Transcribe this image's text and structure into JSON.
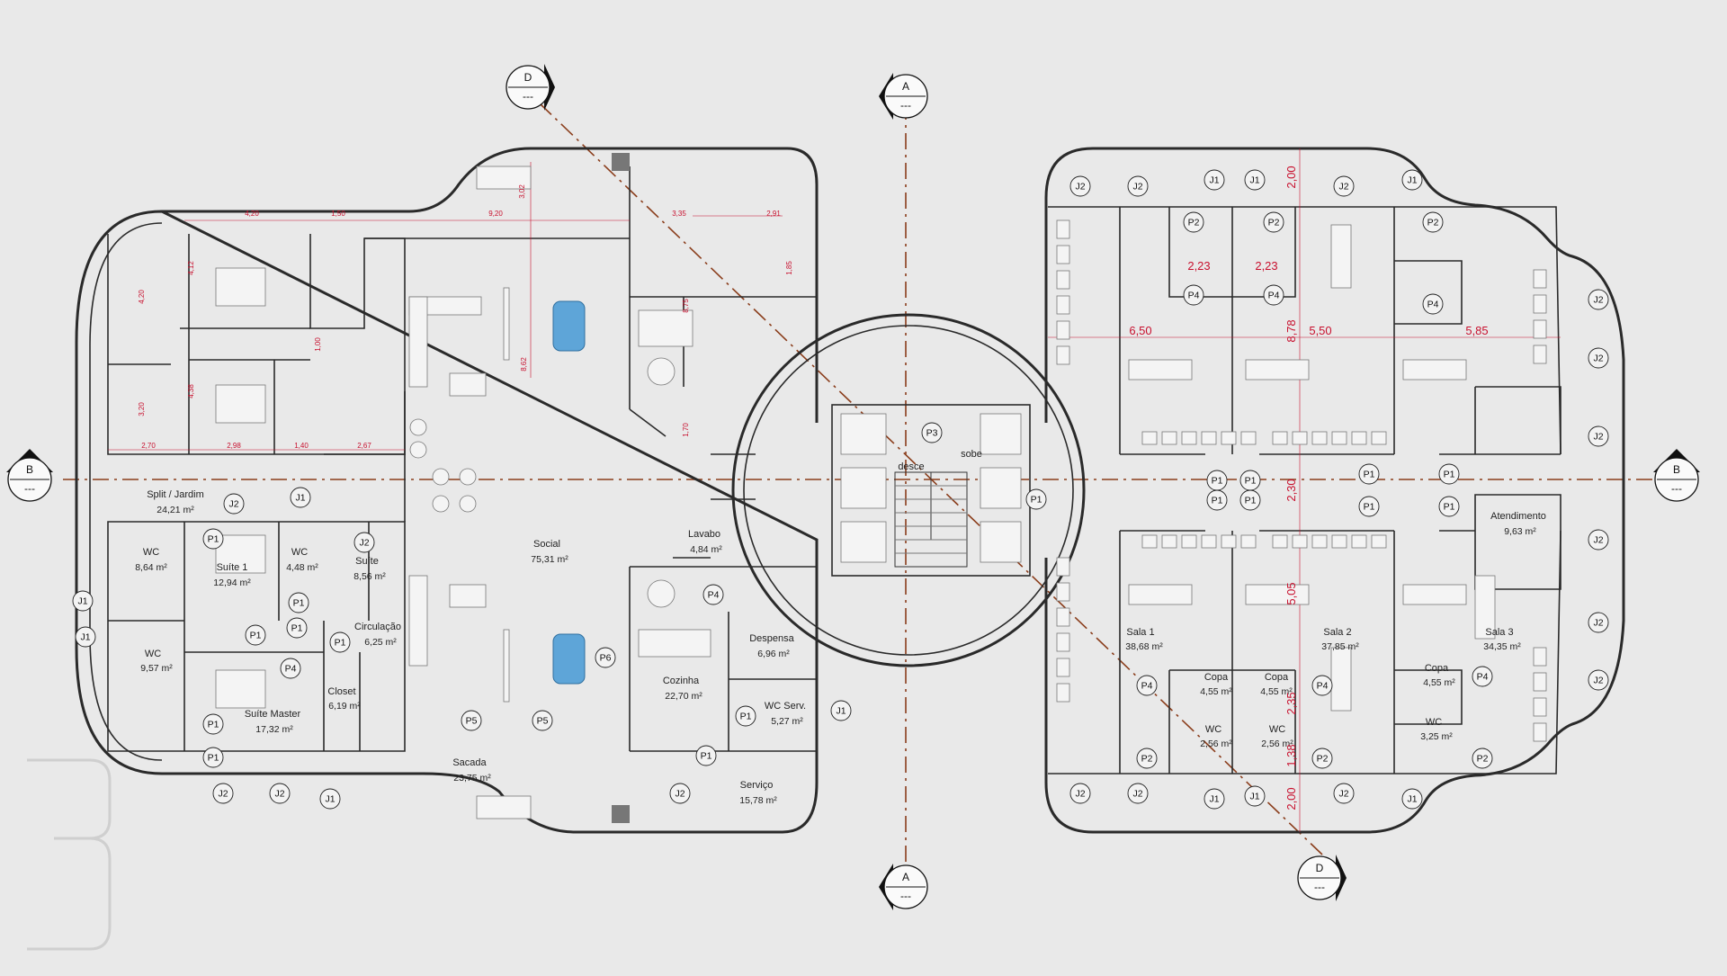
{
  "sections": {
    "A_top": {
      "letter": "A",
      "sub": "---"
    },
    "A_bottom": {
      "letter": "A",
      "sub": "---"
    },
    "B_left": {
      "letter": "B",
      "sub": "---"
    },
    "B_right": {
      "letter": "B",
      "sub": "---"
    },
    "D_top": {
      "letter": "D",
      "sub": "---"
    },
    "D_bottom": {
      "letter": "D",
      "sub": "---"
    }
  },
  "rooms": {
    "split": {
      "name": "Split / Jardim",
      "area": "24,21 m²"
    },
    "wc1": {
      "name": "WC",
      "area": "8,64 m²"
    },
    "suite1": {
      "name": "Suíte 1",
      "area": "12,94 m²"
    },
    "wc2": {
      "name": "WC",
      "area": "4,48 m²"
    },
    "suite": {
      "name": "Suíte",
      "area": "8,56 m²"
    },
    "circulacao": {
      "name": "Circulação",
      "area": "6,25 m²"
    },
    "wc3": {
      "name": "WC",
      "area": "9,57 m²"
    },
    "closet": {
      "name": "Closet",
      "area": "6,19 m²"
    },
    "suitemaster": {
      "name": "Suíte Master",
      "area": "17,32 m²"
    },
    "social": {
      "name": "Social",
      "area": "75,31 m²"
    },
    "lavabo": {
      "name": "Lavabo",
      "area": "4,84 m²"
    },
    "despensa": {
      "name": "Despensa",
      "area": "6,96 m²"
    },
    "cozinha": {
      "name": "Cozinha",
      "area": "22,70 m²"
    },
    "wcserv": {
      "name": "WC Serv.",
      "area": "5,27 m²"
    },
    "sacada": {
      "name": "Sacada",
      "area": "23,75 m²"
    },
    "servico": {
      "name": "Serviço",
      "area": "15,78 m²"
    },
    "sala1": {
      "name": "Sala 1",
      "area": "38,68 m²"
    },
    "sala2": {
      "name": "Sala 2",
      "area": "37,85 m²"
    },
    "sala3": {
      "name": "Sala 3",
      "area": "34,35 m²"
    },
    "atendimento": {
      "name": "Atendimento",
      "area": "9,63 m²"
    },
    "copa1": {
      "name": "Copa",
      "area": "4,55 m²"
    },
    "copa2": {
      "name": "Copa",
      "area": "4,55 m²"
    },
    "copa3": {
      "name": "Copa",
      "area": "4,55 m²"
    },
    "wcA": {
      "name": "WC",
      "area": "2,56 m²"
    },
    "wcB": {
      "name": "WC",
      "area": "2,56 m²"
    },
    "wcC": {
      "name": "WC",
      "area": "3,25 m²"
    }
  },
  "stairs": {
    "down": "desce",
    "up": "sobe"
  },
  "tags": {
    "J1": "J1",
    "J2": "J2",
    "P1": "P1",
    "P2": "P2",
    "P3": "P3",
    "P4": "P4",
    "P5": "P5",
    "P6": "P6"
  },
  "office_dims": {
    "w1": "6,50",
    "w2": "5,50",
    "w3": "5,85",
    "h_top": "2,00",
    "h_bottom": "2,00",
    "d1": "8,78",
    "d2": "2,30",
    "d3": "5,05",
    "d4": "2,35",
    "d5": "1,38",
    "c1": "2,23",
    "c2": "2,23"
  },
  "apt_dims": {
    "a": "4,20",
    "b": "1,50",
    "c": "9,20",
    "d": "3,35",
    "e": "2,91",
    "f": "4,20",
    "g": "3,20",
    "h": "2,70",
    "i": "2,98",
    "j": "1,40",
    "k": "2,67",
    "l": "8,62",
    "m": "8,75",
    "n": "3,02",
    "o": "1,70",
    "p": "1,00",
    "q": "1,85",
    "r": "4,38",
    "s": "4,12"
  }
}
